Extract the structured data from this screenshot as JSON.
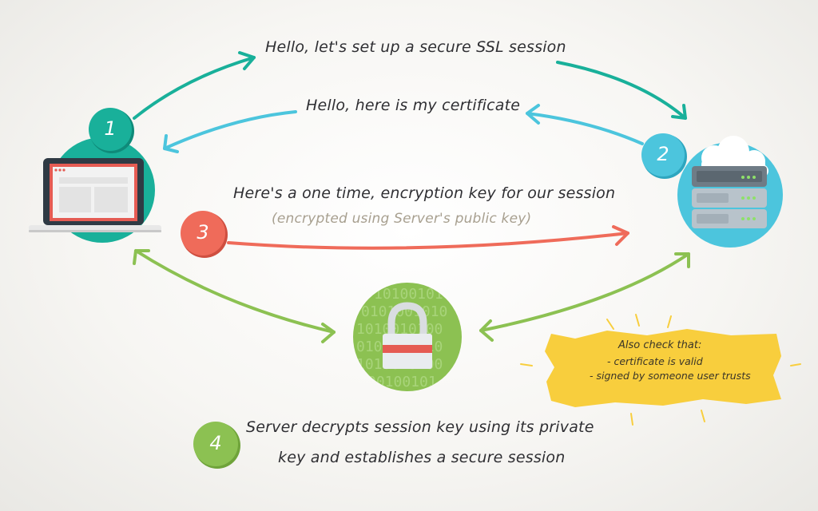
{
  "colors": {
    "teal": "#19b09a",
    "sky": "#4cc5dd",
    "coral": "#ef6b5a",
    "green": "#8cc152",
    "yellow_note": "#f8ce3d",
    "lock_circle": "#8cc152",
    "laptop_frame": "#2f3a44",
    "laptop_screen": "#e55b53"
  },
  "icons": {
    "client": "laptop-icon",
    "server": "server-icon",
    "cloud": "cloud-icon",
    "lock": "padlock-icon"
  },
  "steps": [
    {
      "number": "1",
      "color": "teal"
    },
    {
      "number": "2",
      "color": "sky"
    },
    {
      "number": "3",
      "color": "coral"
    },
    {
      "number": "4",
      "color": "green"
    }
  ],
  "messages": {
    "client_hello": "Hello, let's set up a secure SSL session",
    "server_hello": "Hello, here is my certificate",
    "session_key": "Here's a one time, encryption key for our session",
    "session_key_note": "(encrypted using Server's public key)",
    "decrypt_line1": "Server decrypts session key using its private",
    "decrypt_line2": "key and establishes a secure session"
  },
  "note": {
    "title": "Also check that:",
    "items": [
      "- certificate is valid",
      "- signed by someone user trusts"
    ]
  },
  "binary_text": [
    "10100101",
    "0101001010",
    "1010010100",
    "0101001010",
    "1010010100",
    "00100101"
  ]
}
